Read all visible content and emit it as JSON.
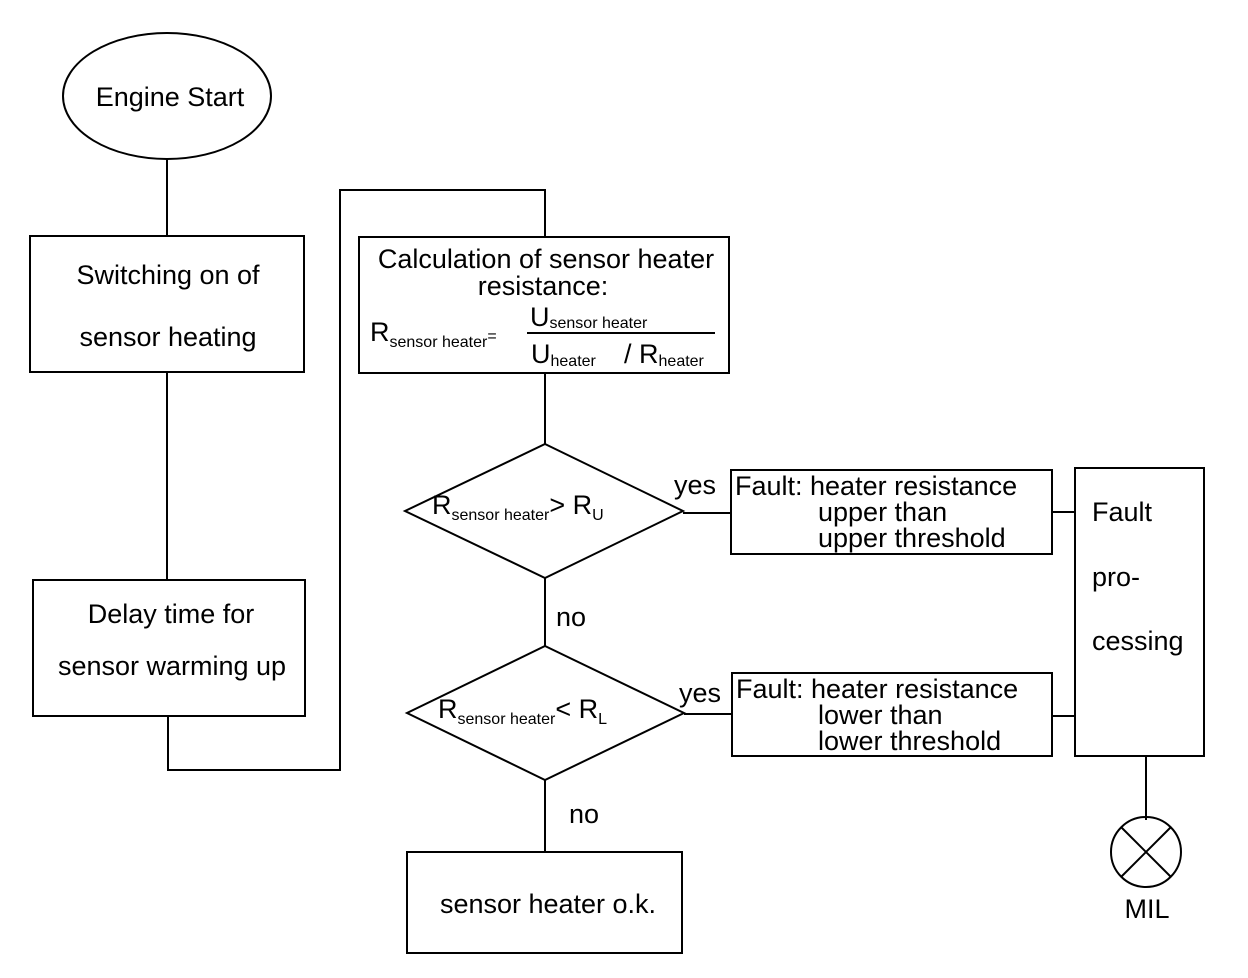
{
  "nodes": {
    "engine_start": "Engine Start",
    "switching": {
      "line1": "Switching on of",
      "line2": "sensor heating"
    },
    "delay": {
      "line1": "Delay time for",
      "line2": "sensor warming up"
    },
    "calc": {
      "line1": "Calculation of sensor heater",
      "line2": "resistance:",
      "lhs_symbol": "R",
      "lhs_sub": "sensor heater",
      "equals": "=",
      "num_symbol": "U",
      "num_sub": "sensor heater",
      "den_symbol1": "U",
      "den_sub1": "heater",
      "den_slash": "/ R",
      "den_sub2": "heater"
    },
    "decision_upper": {
      "symbol": "R",
      "sub": "sensor heater",
      "op": "> R",
      "threshold_sub": "U"
    },
    "decision_lower": {
      "symbol": "R",
      "sub": "sensor heater",
      "op": "< R",
      "threshold_sub": "L"
    },
    "fault_upper": {
      "line1": "Fault: heater resistance",
      "line2": "upper than",
      "line3": "upper threshold"
    },
    "fault_lower": {
      "line1": "Fault: heater resistance",
      "line2": "lower than",
      "line3": "lower threshold"
    },
    "fault_processing": {
      "line1": "Fault",
      "line2": "pro-",
      "line3": "cessing"
    },
    "ok": "sensor heater o.k.",
    "mil": "MIL"
  },
  "edge_labels": {
    "upper_yes": "yes",
    "upper_no": "no",
    "lower_yes": "yes",
    "lower_no": "no"
  }
}
